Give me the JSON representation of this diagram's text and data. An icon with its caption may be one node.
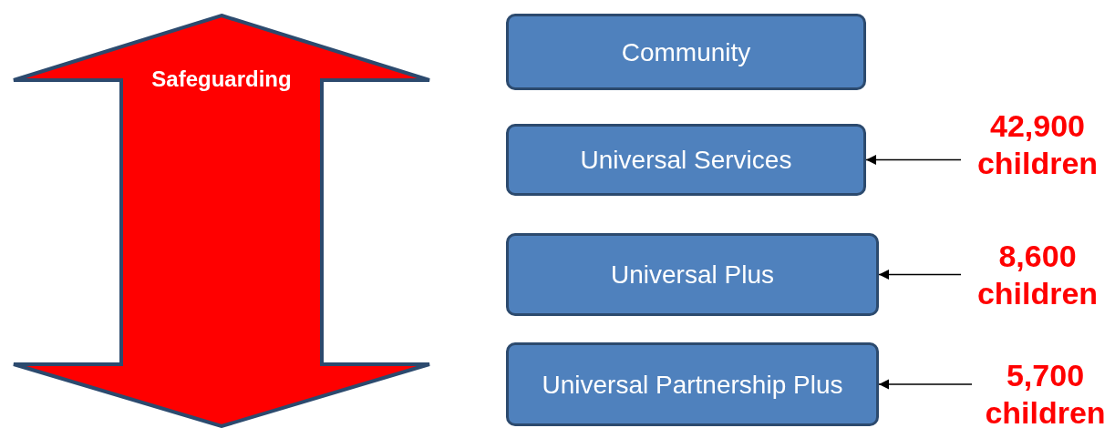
{
  "diagram": {
    "nodes": [
      {
        "text": [
          "Safeguarding"
        ]
      },
      {
        "text": [
          "Community"
        ]
      },
      {
        "text": [
          "Universal Services"
        ]
      },
      {
        "text": [
          "Universal Plus"
        ]
      },
      {
        "text": [
          "Universal Partnership Plus"
        ]
      },
      {
        "text": [
          "42,900 children"
        ]
      },
      {
        "text": [
          "8,600 children"
        ]
      },
      {
        "text": [
          "5,700 children"
        ]
      }
    ],
    "edges": [
      {
        "from": 5,
        "to": 2,
        "arrow": "to"
      },
      {
        "from": 6,
        "to": 3,
        "arrow": "to"
      },
      {
        "from": 7,
        "to": 4,
        "arrow": "to"
      }
    ]
  }
}
